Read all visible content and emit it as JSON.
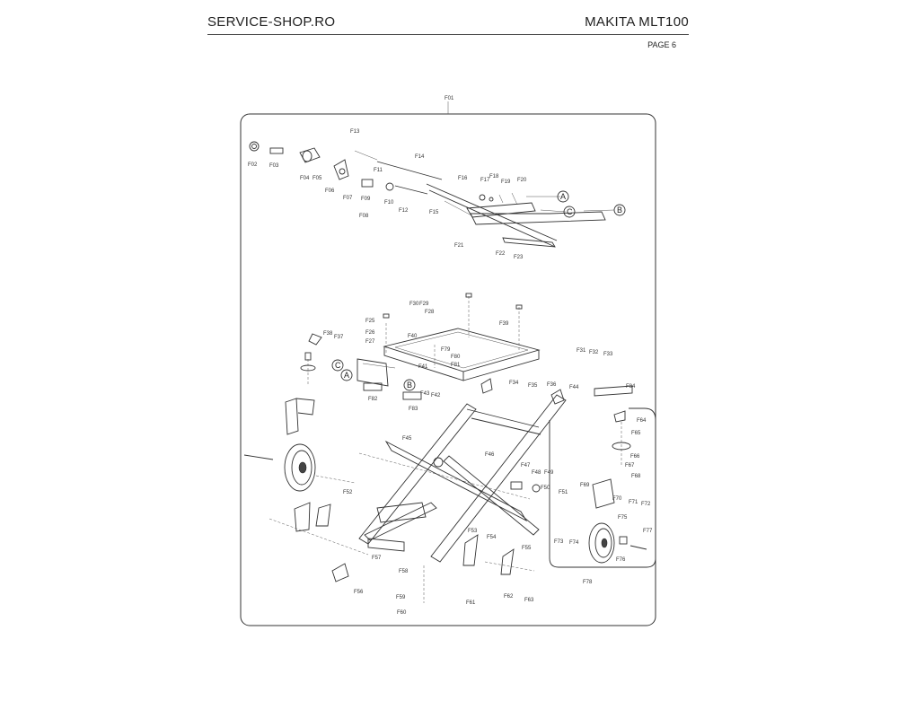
{
  "header": {
    "site": "SERVICE-SHOP.RO",
    "model": "MAKITA MLT100",
    "page": "PAGE 6"
  },
  "diagram": {
    "assembly_label": "F01",
    "ref_markers": [
      "A",
      "C",
      "B"
    ],
    "part_labels": [
      "F02",
      "F03",
      "F04",
      "F05",
      "F06",
      "F07",
      "F08",
      "F09",
      "F10",
      "F11",
      "F12",
      "F13",
      "F14",
      "F15",
      "F16",
      "F17",
      "F18",
      "F19",
      "F20",
      "F21",
      "F22",
      "F23",
      "F25",
      "F26",
      "F27",
      "F28",
      "F29",
      "F30",
      "F31",
      "F32",
      "F33",
      "F34",
      "F35",
      "F36",
      "F37",
      "F38",
      "F39",
      "F40",
      "F41",
      "F42",
      "F43",
      "F44",
      "F45",
      "F46",
      "F47",
      "F48",
      "F49",
      "F50",
      "F51",
      "F52",
      "F53",
      "F54",
      "F55",
      "F56",
      "F57",
      "F58",
      "F59",
      "F60",
      "F61",
      "F62",
      "F63",
      "F64",
      "F65",
      "F66",
      "F67",
      "F68",
      "F69",
      "F70",
      "F71",
      "F72",
      "F73",
      "F74",
      "F75",
      "F76",
      "F77",
      "F78",
      "F79",
      "F80",
      "F81",
      "F82",
      "F83",
      "F84"
    ]
  }
}
